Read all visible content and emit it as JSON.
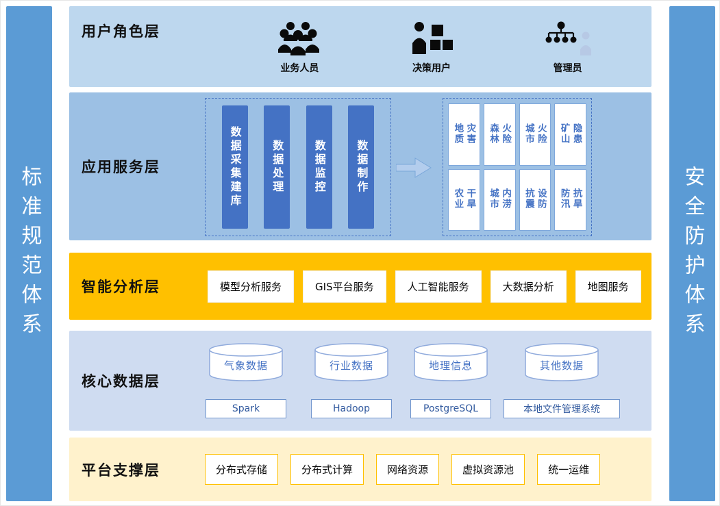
{
  "side_bars": {
    "left": "标准规范体系",
    "right": "安全防护体系"
  },
  "layers": {
    "user_role": {
      "title": "用户角色层",
      "roles": [
        {
          "label": "业务人员",
          "icon": "people-group-icon"
        },
        {
          "label": "决策用户",
          "icon": "person-blocks-icon"
        },
        {
          "label": "管理员",
          "icon": "org-chart-person-icon"
        }
      ]
    },
    "application": {
      "title": "应用服务层",
      "process_boxes": [
        "数据采集建库",
        "数据处理",
        "数据监控",
        "数据制作"
      ],
      "scenario_boxes": [
        "地质灾害",
        "森林火险",
        "城市火险",
        "矿山隐患",
        "农业干旱",
        "城市内涝",
        "抗震设防",
        "防汛抗旱"
      ]
    },
    "analysis": {
      "title": "智能分析层",
      "services": [
        "模型分析服务",
        "GIS平台服务",
        "人工智能服务",
        "大数据分析",
        "地图服务"
      ]
    },
    "core_data": {
      "title": "核心数据层",
      "databases": [
        "气象数据",
        "行业数据",
        "地理信息",
        "其他数据"
      ],
      "stores": [
        "Spark",
        "Hadoop",
        "PostgreSQL",
        "本地文件管理系统"
      ]
    },
    "platform": {
      "title": "平台支撑层",
      "resources": [
        "分布式存储",
        "分布式计算",
        "网络资源",
        "虚拟资源池",
        "统一运维"
      ]
    }
  },
  "colors": {
    "side_bar": "#5b9bd5",
    "band_user": "#bdd7ee",
    "band_app": "#9cc0e4",
    "band_analysis": "#ffc000",
    "band_data": "#cfdcf1",
    "band_platform": "#fff2cc",
    "process_box_fill": "#4472c4",
    "accent_blue": "#4472c4"
  }
}
